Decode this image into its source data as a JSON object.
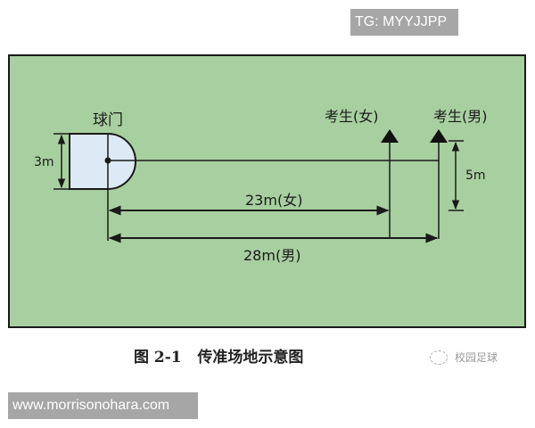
{
  "watermarks": {
    "top": "TG: MYYJJPP",
    "bottom": "www.morrisonohara.com"
  },
  "diagram": {
    "field_color": "#a8cfa0",
    "goal_fill": "#dde9f4",
    "line_color": "#1a1a1a",
    "labels": {
      "goal": "球门",
      "goal_width": "3m",
      "female_player": "考生(女)",
      "male_player": "考生(男)",
      "lateral_offset": "5m",
      "female_distance": "23m(女)",
      "male_distance": "28m(男)"
    }
  },
  "caption": "图 2-1   传准场地示意图",
  "source_badge": "校园足球"
}
